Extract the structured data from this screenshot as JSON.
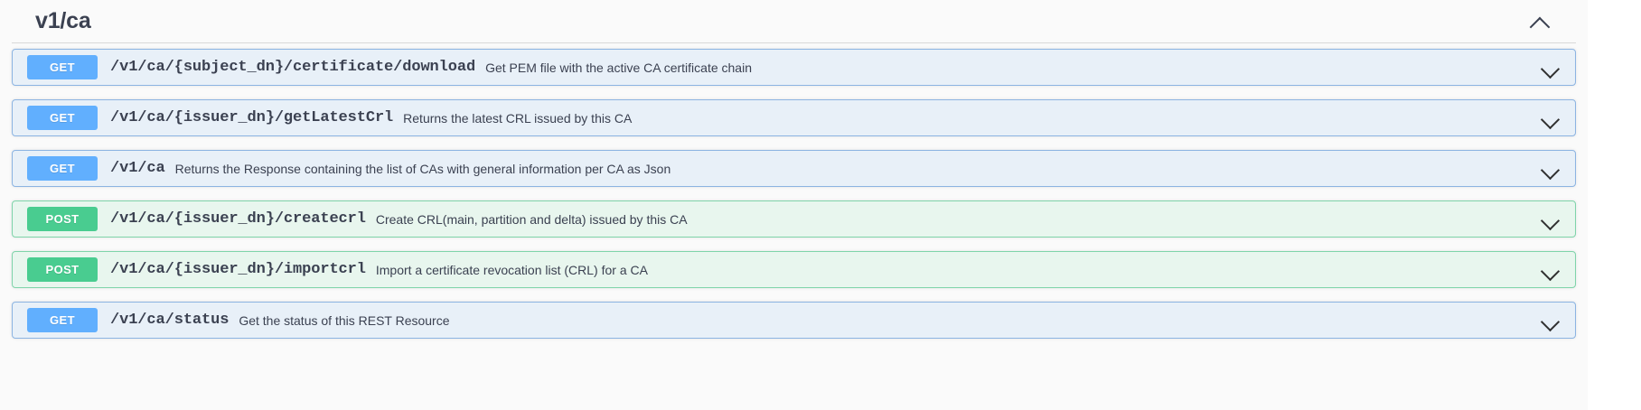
{
  "section": {
    "title": "v1/ca",
    "collapse_icon": "chevron-up-icon",
    "expanded": true
  },
  "operations": [
    {
      "method": "GET",
      "path": "/v1/ca/{subject_dn}/certificate/download",
      "description": "Get PEM file with the active CA certificate chain",
      "expand_icon": "chevron-down-icon"
    },
    {
      "method": "GET",
      "path": "/v1/ca/{issuer_dn}/getLatestCrl",
      "description": "Returns the latest CRL issued by this CA",
      "expand_icon": "chevron-down-icon"
    },
    {
      "method": "GET",
      "path": "/v1/ca",
      "description": "Returns the Response containing the list of CAs with general information per CA as Json",
      "expand_icon": "chevron-down-icon"
    },
    {
      "method": "POST",
      "path": "/v1/ca/{issuer_dn}/createcrl",
      "description": "Create CRL(main, partition and delta) issued by this CA",
      "expand_icon": "chevron-down-icon"
    },
    {
      "method": "POST",
      "path": "/v1/ca/{issuer_dn}/importcrl",
      "description": "Import a certificate revocation list (CRL) for a CA",
      "expand_icon": "chevron-down-icon"
    },
    {
      "method": "GET",
      "path": "/v1/ca/status",
      "description": "Get the status of this REST Resource",
      "expand_icon": "chevron-down-icon"
    }
  ],
  "colors": {
    "get_badge": "#61affe",
    "post_badge": "#49cc90",
    "get_block_bg": "#e8f0f8",
    "post_block_bg": "#e8f6ee",
    "get_block_border": "#8cb4e2",
    "post_block_border": "#7fd4aa",
    "text": "#3b4151",
    "page_bg": "#fafafa"
  }
}
